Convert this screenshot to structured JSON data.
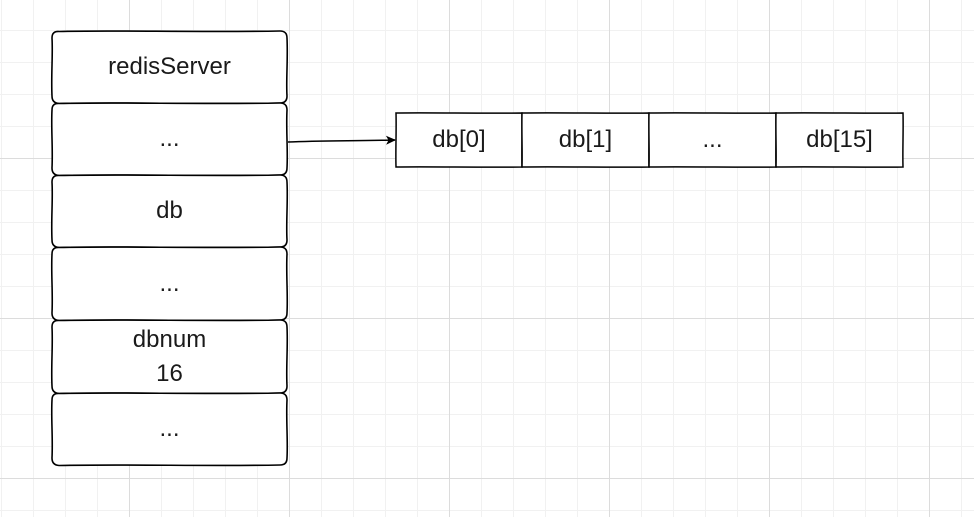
{
  "diagram": {
    "server_struct": {
      "fields": [
        {
          "id": "title",
          "label": "redisServer"
        },
        {
          "id": "ellipsis-1",
          "label": "..."
        },
        {
          "id": "db",
          "label": "db"
        },
        {
          "id": "ellipsis-2",
          "label": "..."
        },
        {
          "id": "dbnum",
          "label": "dbnum\n16"
        },
        {
          "id": "ellipsis-3",
          "label": "..."
        }
      ]
    },
    "db_array": {
      "cells": [
        {
          "id": "db-0",
          "label": "db[0]"
        },
        {
          "id": "db-1",
          "label": "db[1]"
        },
        {
          "id": "db-ellipsis",
          "label": "..."
        },
        {
          "id": "db-15",
          "label": "db[15]"
        }
      ]
    },
    "edges": [
      {
        "from": "ellipsis-1",
        "to": "db-0"
      }
    ],
    "colors": {
      "stroke": "#000000",
      "fill": "#ffffff",
      "text": "#1a1a1a"
    }
  }
}
